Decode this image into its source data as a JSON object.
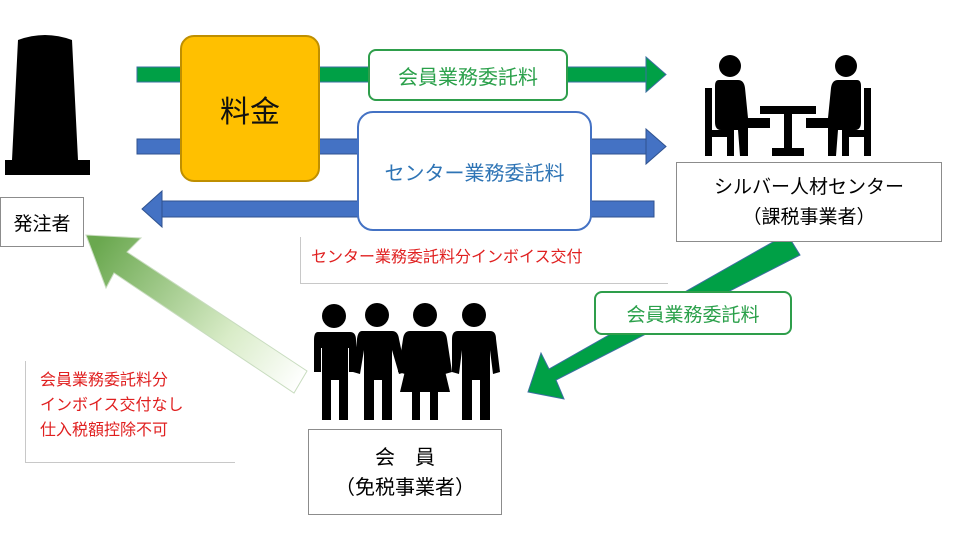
{
  "client": {
    "label": "発注者"
  },
  "fee": {
    "label": "料金"
  },
  "flows": {
    "member_fee_top": "会員業務委託料",
    "center_fee": "センター業務委託料",
    "member_fee_right": "会員業務委託料"
  },
  "silver_center": {
    "name": "シルバー人材センター",
    "status": "（課税事業者）"
  },
  "members": {
    "name": "会　員",
    "status": "（免税事業者）"
  },
  "notes": {
    "center_invoice": "センター業務委託料分インボイス交付",
    "member_no_invoice": [
      "会員業務委託料分",
      "インボイス交付なし",
      "仕入税額控除不可"
    ]
  },
  "colors": {
    "green": "#00a046",
    "blue": "#4472c4",
    "fee": "#ffc000",
    "red": "#e02020"
  },
  "icons": [
    "building-silhouette-icon",
    "meeting-table-icon",
    "people-group-icon"
  ]
}
